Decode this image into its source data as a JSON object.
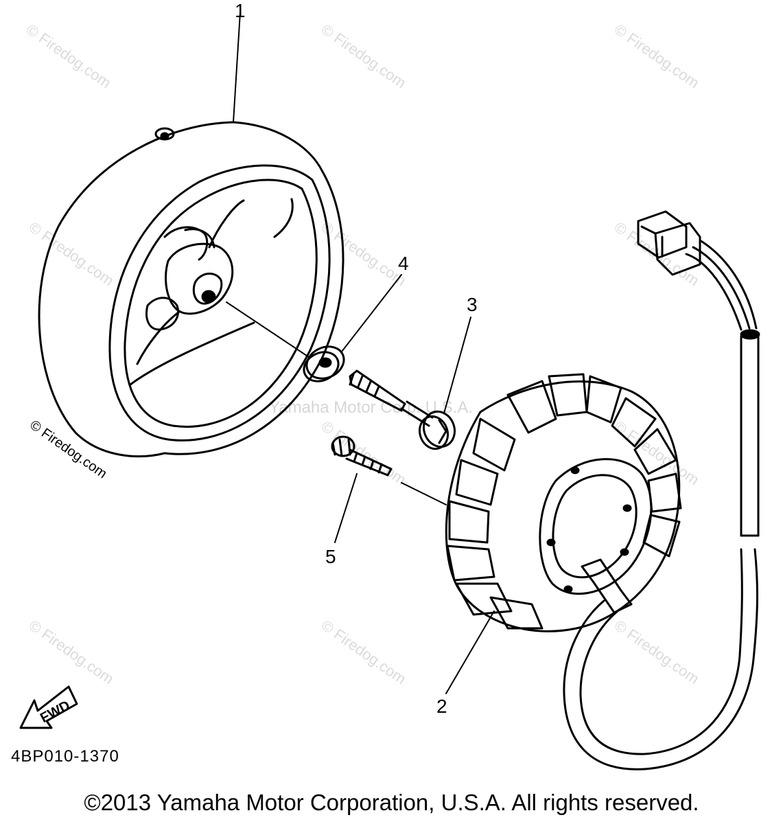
{
  "watermarks": {
    "tile": "© Firedog.com",
    "center": "Yamaha Motor Corp. U.S.A."
  },
  "callouts": {
    "part_1": "1",
    "part_2": "2",
    "part_3": "3",
    "part_4": "4",
    "part_5": "5"
  },
  "fwd_label": "FWD",
  "part_code": "4BP010-1370",
  "copyright": "©2013 Yamaha Motor Corporation, U.S.A. All rights reserved."
}
